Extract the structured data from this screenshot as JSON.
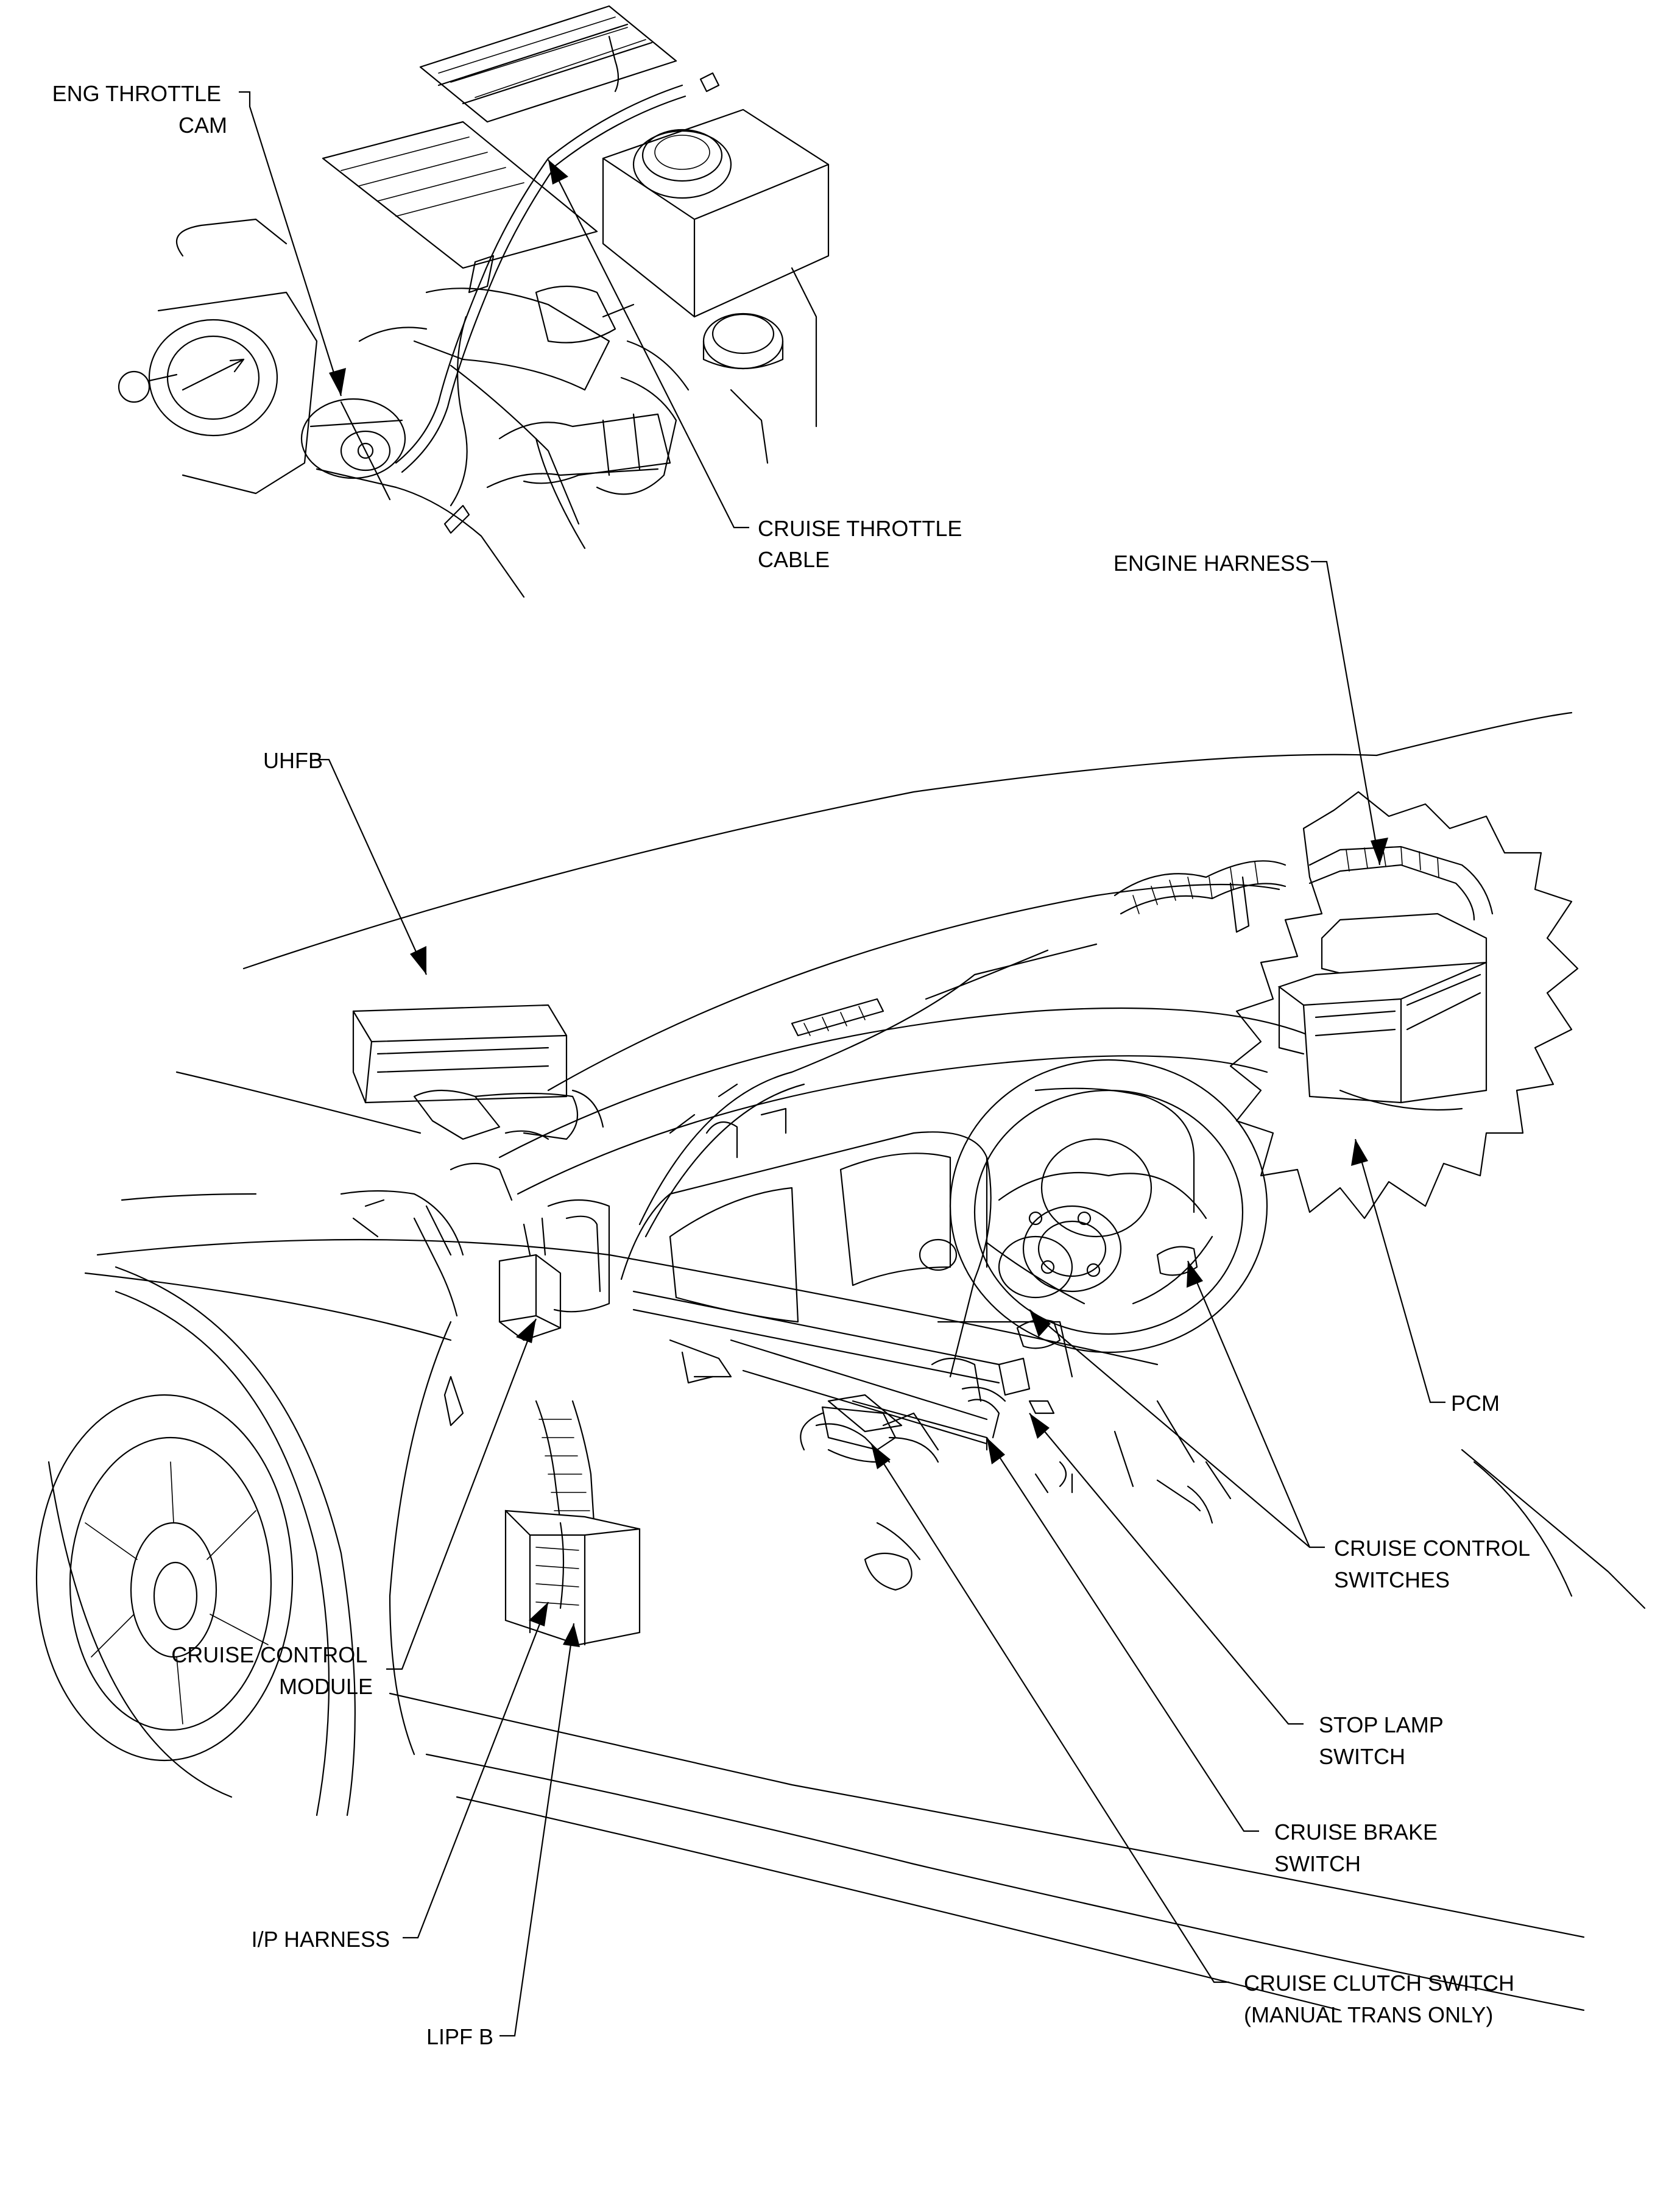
{
  "labels": {
    "eng_throttle_cam": [
      "ENG THROTTLE",
      "CAM"
    ],
    "cruise_throttle_cable": [
      "CRUISE THROTTLE",
      "CABLE"
    ],
    "engine_harness": [
      "ENGINE HARNESS"
    ],
    "uhfb": [
      "UHFB"
    ],
    "pcm": [
      "PCM"
    ],
    "cruise_control_switches": [
      "CRUISE CONTROL",
      "SWITCHES"
    ],
    "cruise_control_module": [
      "CRUISE CONTROL",
      "MODULE"
    ],
    "stop_lamp_switch": [
      "STOP LAMP",
      "SWITCH"
    ],
    "cruise_brake_switch": [
      "CRUISE BRAKE",
      "SWITCH"
    ],
    "ip_harness": [
      "I/P HARNESS"
    ],
    "cruise_clutch_switch": [
      "CRUISE CLUTCH SWITCH",
      "(MANUAL TRANS ONLY)"
    ],
    "lipf_b": [
      "LIPF B"
    ]
  }
}
